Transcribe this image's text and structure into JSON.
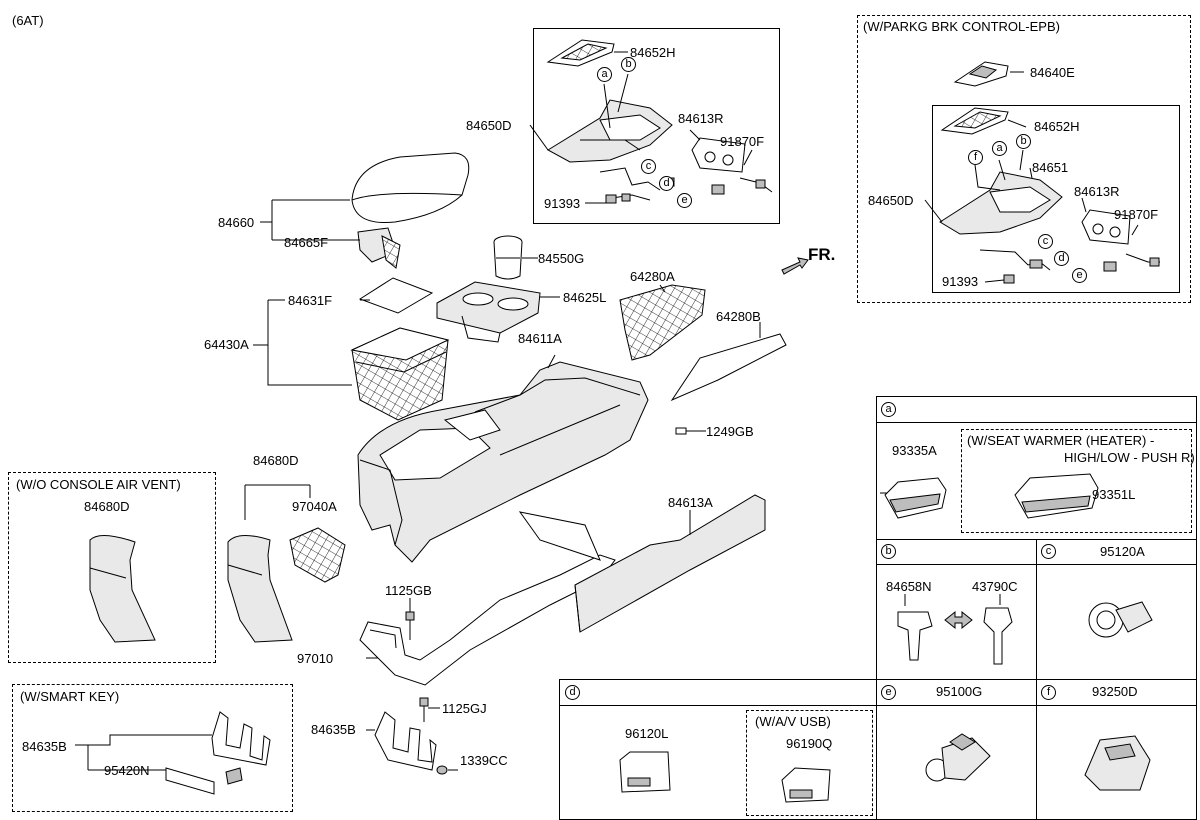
{
  "variant": "(6AT)",
  "fr_label": "FR.",
  "main_labels": {
    "l84660": "84660",
    "l84665F": "84665F",
    "l84550G": "84550G",
    "l84631F": "84631F",
    "l84625L": "84625L",
    "l64430A": "64430A",
    "l84611A": "84611A",
    "l64280A": "64280A",
    "l64280B": "64280B",
    "l1249GB": "1249GB",
    "l84680D": "84680D",
    "l97040A": "97040A",
    "l84613A": "84613A",
    "l1125GB": "1125GB",
    "l97010": "97010",
    "l1125GJ": "1125GJ",
    "l84635B": "84635B",
    "l1339CC": "1339CC"
  },
  "top_box": {
    "l84652H": "84652H",
    "l84650D": "84650D",
    "l84613R": "84613R",
    "l91870F": "91870F",
    "l91393": "91393",
    "ca": "a",
    "cb": "b",
    "cc": "c",
    "cd": "d",
    "ce": "e"
  },
  "epb_box": {
    "title": "(W/PARKG BRK CONTROL-EPB)",
    "l84640E": "84640E",
    "l84652H": "84652H",
    "l84651": "84651",
    "l84650D": "84650D",
    "l84613R": "84613R",
    "l91870F": "91870F",
    "l91393": "91393",
    "cf": "f",
    "ca": "a",
    "cb": "b",
    "cc": "c",
    "cd": "d",
    "ce": "e"
  },
  "vent_box": {
    "title": "(W/O CONSOLE AIR VENT)",
    "part": "84680D"
  },
  "smart_box": {
    "title": "(W/SMART KEY)",
    "l84635B": "84635B",
    "l95420N": "95420N"
  },
  "detail_a": {
    "key": "a",
    "part": "93335A",
    "heater_title_1": "(W/SEAT WARMER (HEATER) -",
    "heater_title_2": "HIGH/LOW - PUSH R)",
    "heater_part": "93351L"
  },
  "detail_b": {
    "key": "b",
    "part1": "84658N",
    "part2": "43790C"
  },
  "detail_c": {
    "key": "c",
    "part": "95120A"
  },
  "detail_d": {
    "key": "d",
    "part": "96120L",
    "usb_title": "(W/A/V  USB)",
    "usb_part": "96190Q"
  },
  "detail_e": {
    "key": "e",
    "part": "95100G"
  },
  "detail_f": {
    "key": "f",
    "part": "93250D"
  }
}
